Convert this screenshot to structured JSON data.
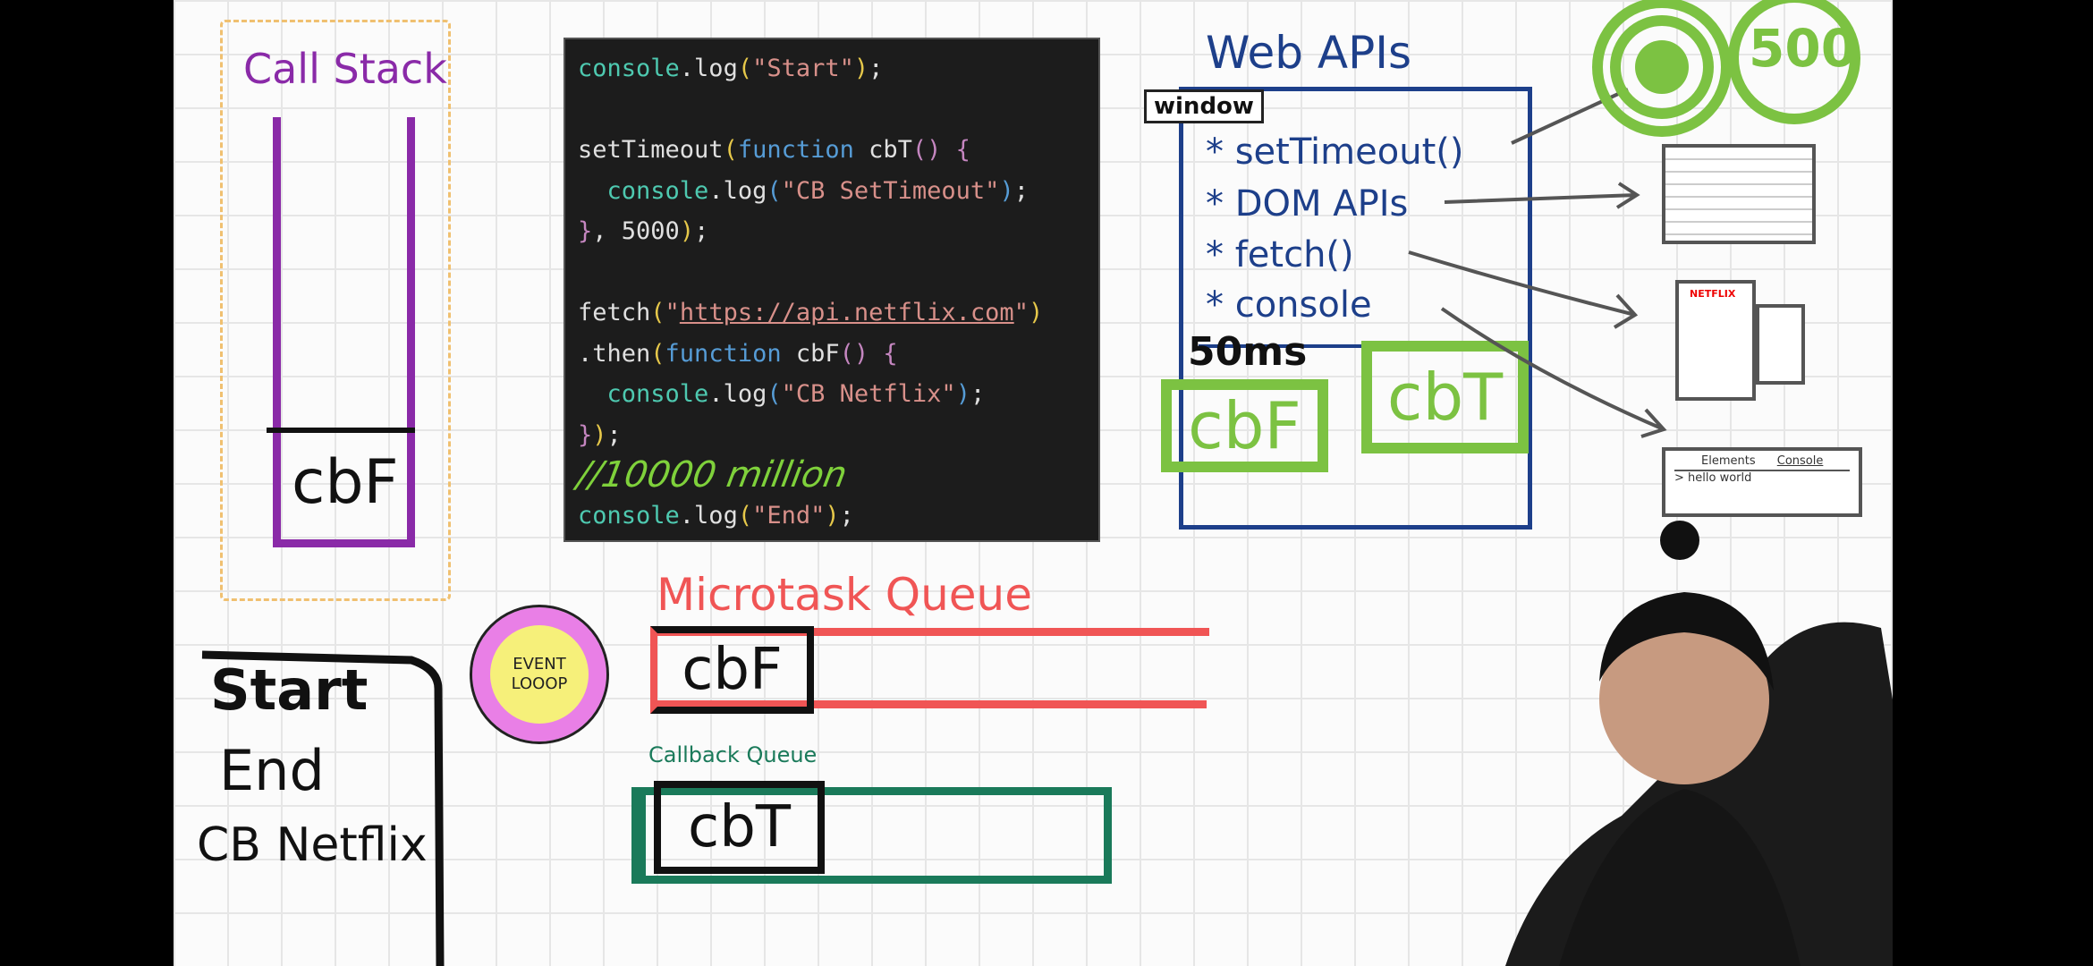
{
  "call_stack": {
    "title": "Call Stack",
    "frames": [
      "cbF"
    ]
  },
  "code": {
    "lines": [
      {
        "parts": [
          [
            "console",
            "t"
          ],
          [
            ".log",
            ""
          ],
          [
            "(",
            "y"
          ],
          [
            "\"Start\"",
            "s"
          ],
          [
            ")",
            "y"
          ],
          [
            ";",
            ""
          ]
        ]
      },
      {
        "parts": []
      },
      {
        "parts": [
          [
            "setTimeout",
            ""
          ],
          [
            "(",
            "y"
          ],
          [
            "function",
            "b"
          ],
          [
            " cbT",
            ""
          ],
          [
            "()",
            "p"
          ],
          [
            " {",
            "p"
          ]
        ]
      },
      {
        "parts": [
          [
            "  console",
            "t"
          ],
          [
            ".log",
            ""
          ],
          [
            "(",
            "b"
          ],
          [
            "\"CB SetTimeout\"",
            "s"
          ],
          [
            ")",
            "b"
          ],
          [
            ";",
            ""
          ]
        ]
      },
      {
        "parts": [
          [
            "}",
            "p"
          ],
          [
            ", 5000",
            ""
          ],
          [
            ")",
            "y"
          ],
          [
            ";",
            ""
          ]
        ]
      },
      {
        "parts": []
      },
      {
        "parts": [
          [
            "fetch",
            ""
          ],
          [
            "(",
            "y"
          ],
          [
            "\"",
            "s"
          ],
          [
            "https://api.netflix.com",
            "s u"
          ],
          [
            "\"",
            "s"
          ],
          [
            ")",
            "y"
          ]
        ]
      },
      {
        "parts": [
          [
            ".then",
            ""
          ],
          [
            "(",
            "y"
          ],
          [
            "function",
            "b"
          ],
          [
            " cbF",
            ""
          ],
          [
            "()",
            "p"
          ],
          [
            " {",
            "p"
          ]
        ]
      },
      {
        "parts": [
          [
            "  console",
            "t"
          ],
          [
            ".log",
            ""
          ],
          [
            "(",
            "b"
          ],
          [
            "\"CB Netflix\"",
            "s"
          ],
          [
            ")",
            "b"
          ],
          [
            ";",
            ""
          ]
        ]
      },
      {
        "parts": [
          [
            "}",
            "p"
          ],
          [
            ")",
            "y"
          ],
          [
            ";",
            ""
          ]
        ]
      }
    ],
    "annotation": "//10000 million",
    "last_line": [
      [
        "console",
        "t"
      ],
      [
        ".log",
        ""
      ],
      [
        "(",
        "y"
      ],
      [
        "\"End\"",
        "s"
      ],
      [
        ")",
        "y"
      ],
      [
        ";",
        ""
      ]
    ]
  },
  "web_apis": {
    "title": "Web APIs",
    "window_label": "window",
    "items": [
      "* setTimeout()",
      "* DOM APIs",
      "* fetch()",
      "* console"
    ],
    "timer_note": "50ms",
    "pending": [
      "cbF",
      "cbT"
    ],
    "timer_value": "500",
    "console_thumb": {
      "tab1": "Elements",
      "tab2": "Console",
      "output": "> hello world"
    },
    "netflix_label": "NETFLIX"
  },
  "event_loop": {
    "label": "EVENT LOOOP"
  },
  "microtask_queue": {
    "title": "Microtask Queue",
    "items": [
      "cbF"
    ]
  },
  "callback_queue": {
    "title": "Callback Queue",
    "items": [
      "cbT"
    ]
  },
  "console_output": {
    "lines": [
      "Start",
      "End",
      "CB Netflix"
    ]
  },
  "colors": {
    "green": "#7cc242",
    "blue": "#1d3f8a",
    "red": "#f05555",
    "teal": "#1a7a5a",
    "purple": "#8a2aa8"
  }
}
